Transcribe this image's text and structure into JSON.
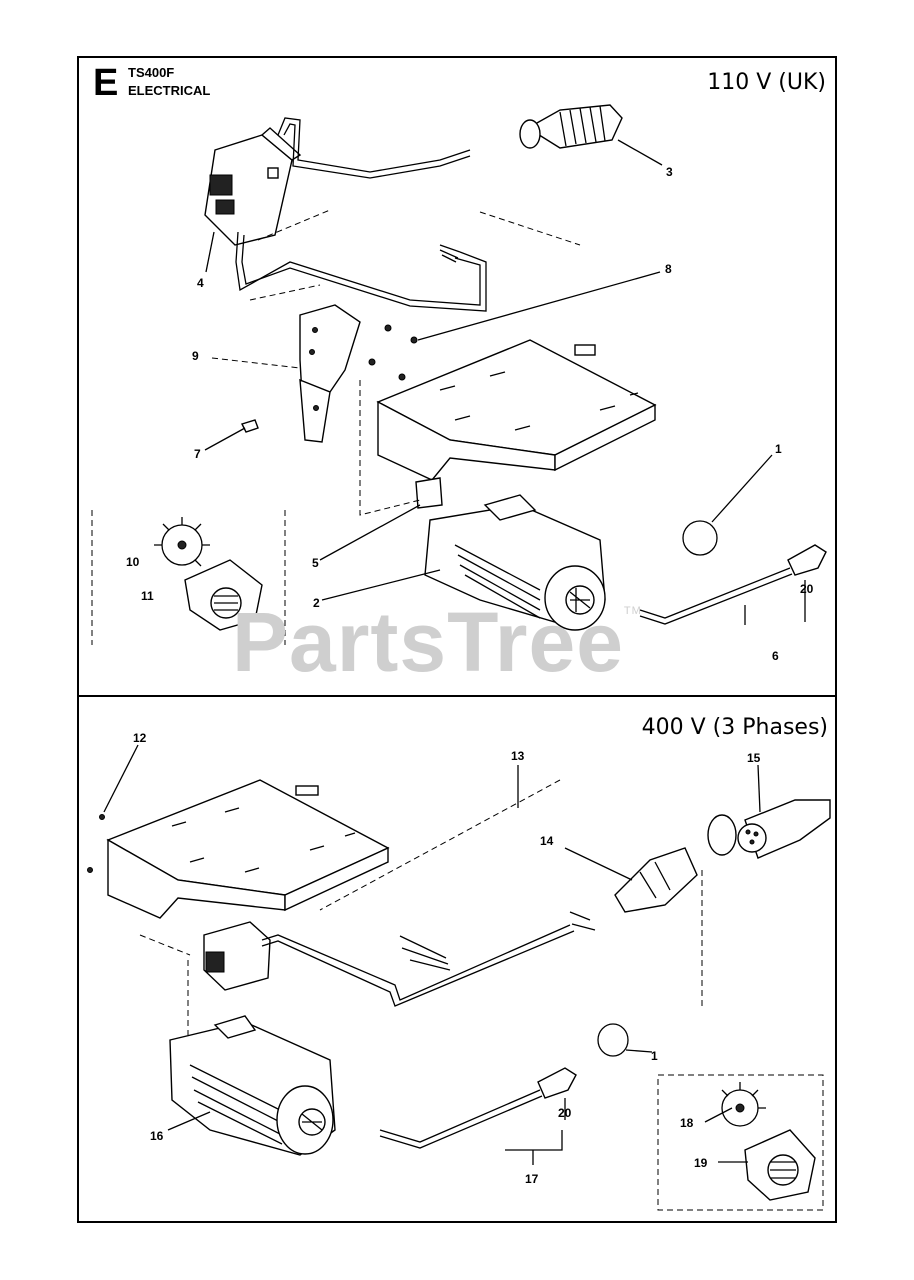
{
  "section_letter": "E",
  "model": "TS400F",
  "subtitle": "ELECTRICAL",
  "watermark": "PartsTree",
  "watermark_tm": "TM",
  "panels": [
    {
      "voltage_label": "110 V (UK)"
    },
    {
      "voltage_label": "400 V (3 Phases)"
    }
  ],
  "callouts_top": [
    "3",
    "4",
    "8",
    "9",
    "7",
    "1",
    "5",
    "10",
    "11",
    "2",
    "20",
    "6"
  ],
  "callouts_bottom": [
    "12",
    "13",
    "15",
    "14",
    "1",
    "16",
    "20",
    "18",
    "19",
    "17"
  ]
}
